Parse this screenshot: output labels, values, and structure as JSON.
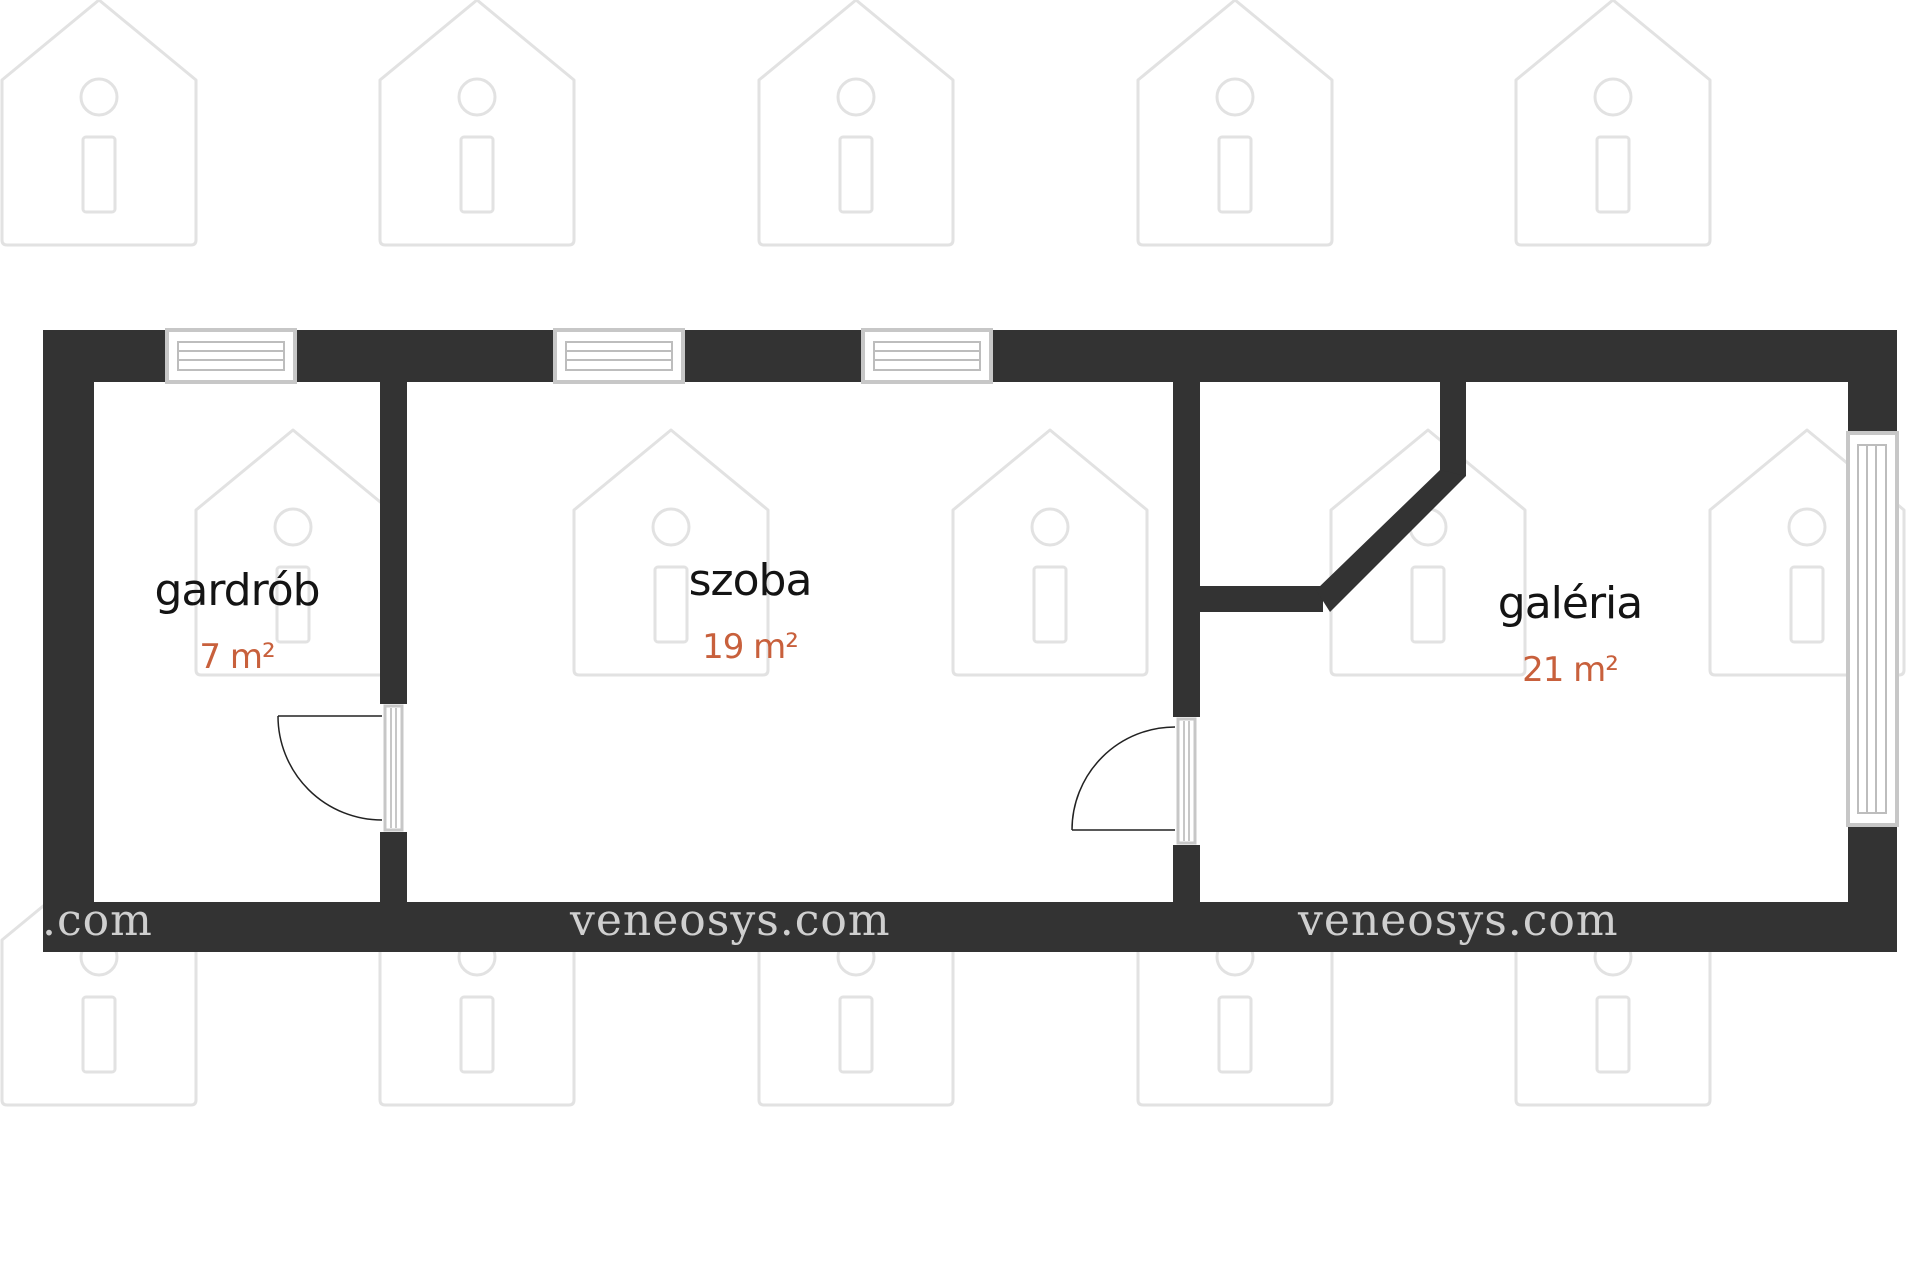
{
  "rooms": [
    {
      "name": "gardrób",
      "area": "7 m²"
    },
    {
      "name": "szoba",
      "area": "19 m²"
    },
    {
      "name": "galéria",
      "area": "21 m²"
    }
  ],
  "watermark": {
    "text": "veneosys.com",
    "text_partial": ".com"
  },
  "colors": {
    "wall": "#333333",
    "window_frame": "#c7c7c7",
    "door_line": "#222222",
    "area_text": "#c8603c",
    "watermark": "#e2e2e2"
  },
  "icons": [
    "house-info-watermark-icon"
  ]
}
